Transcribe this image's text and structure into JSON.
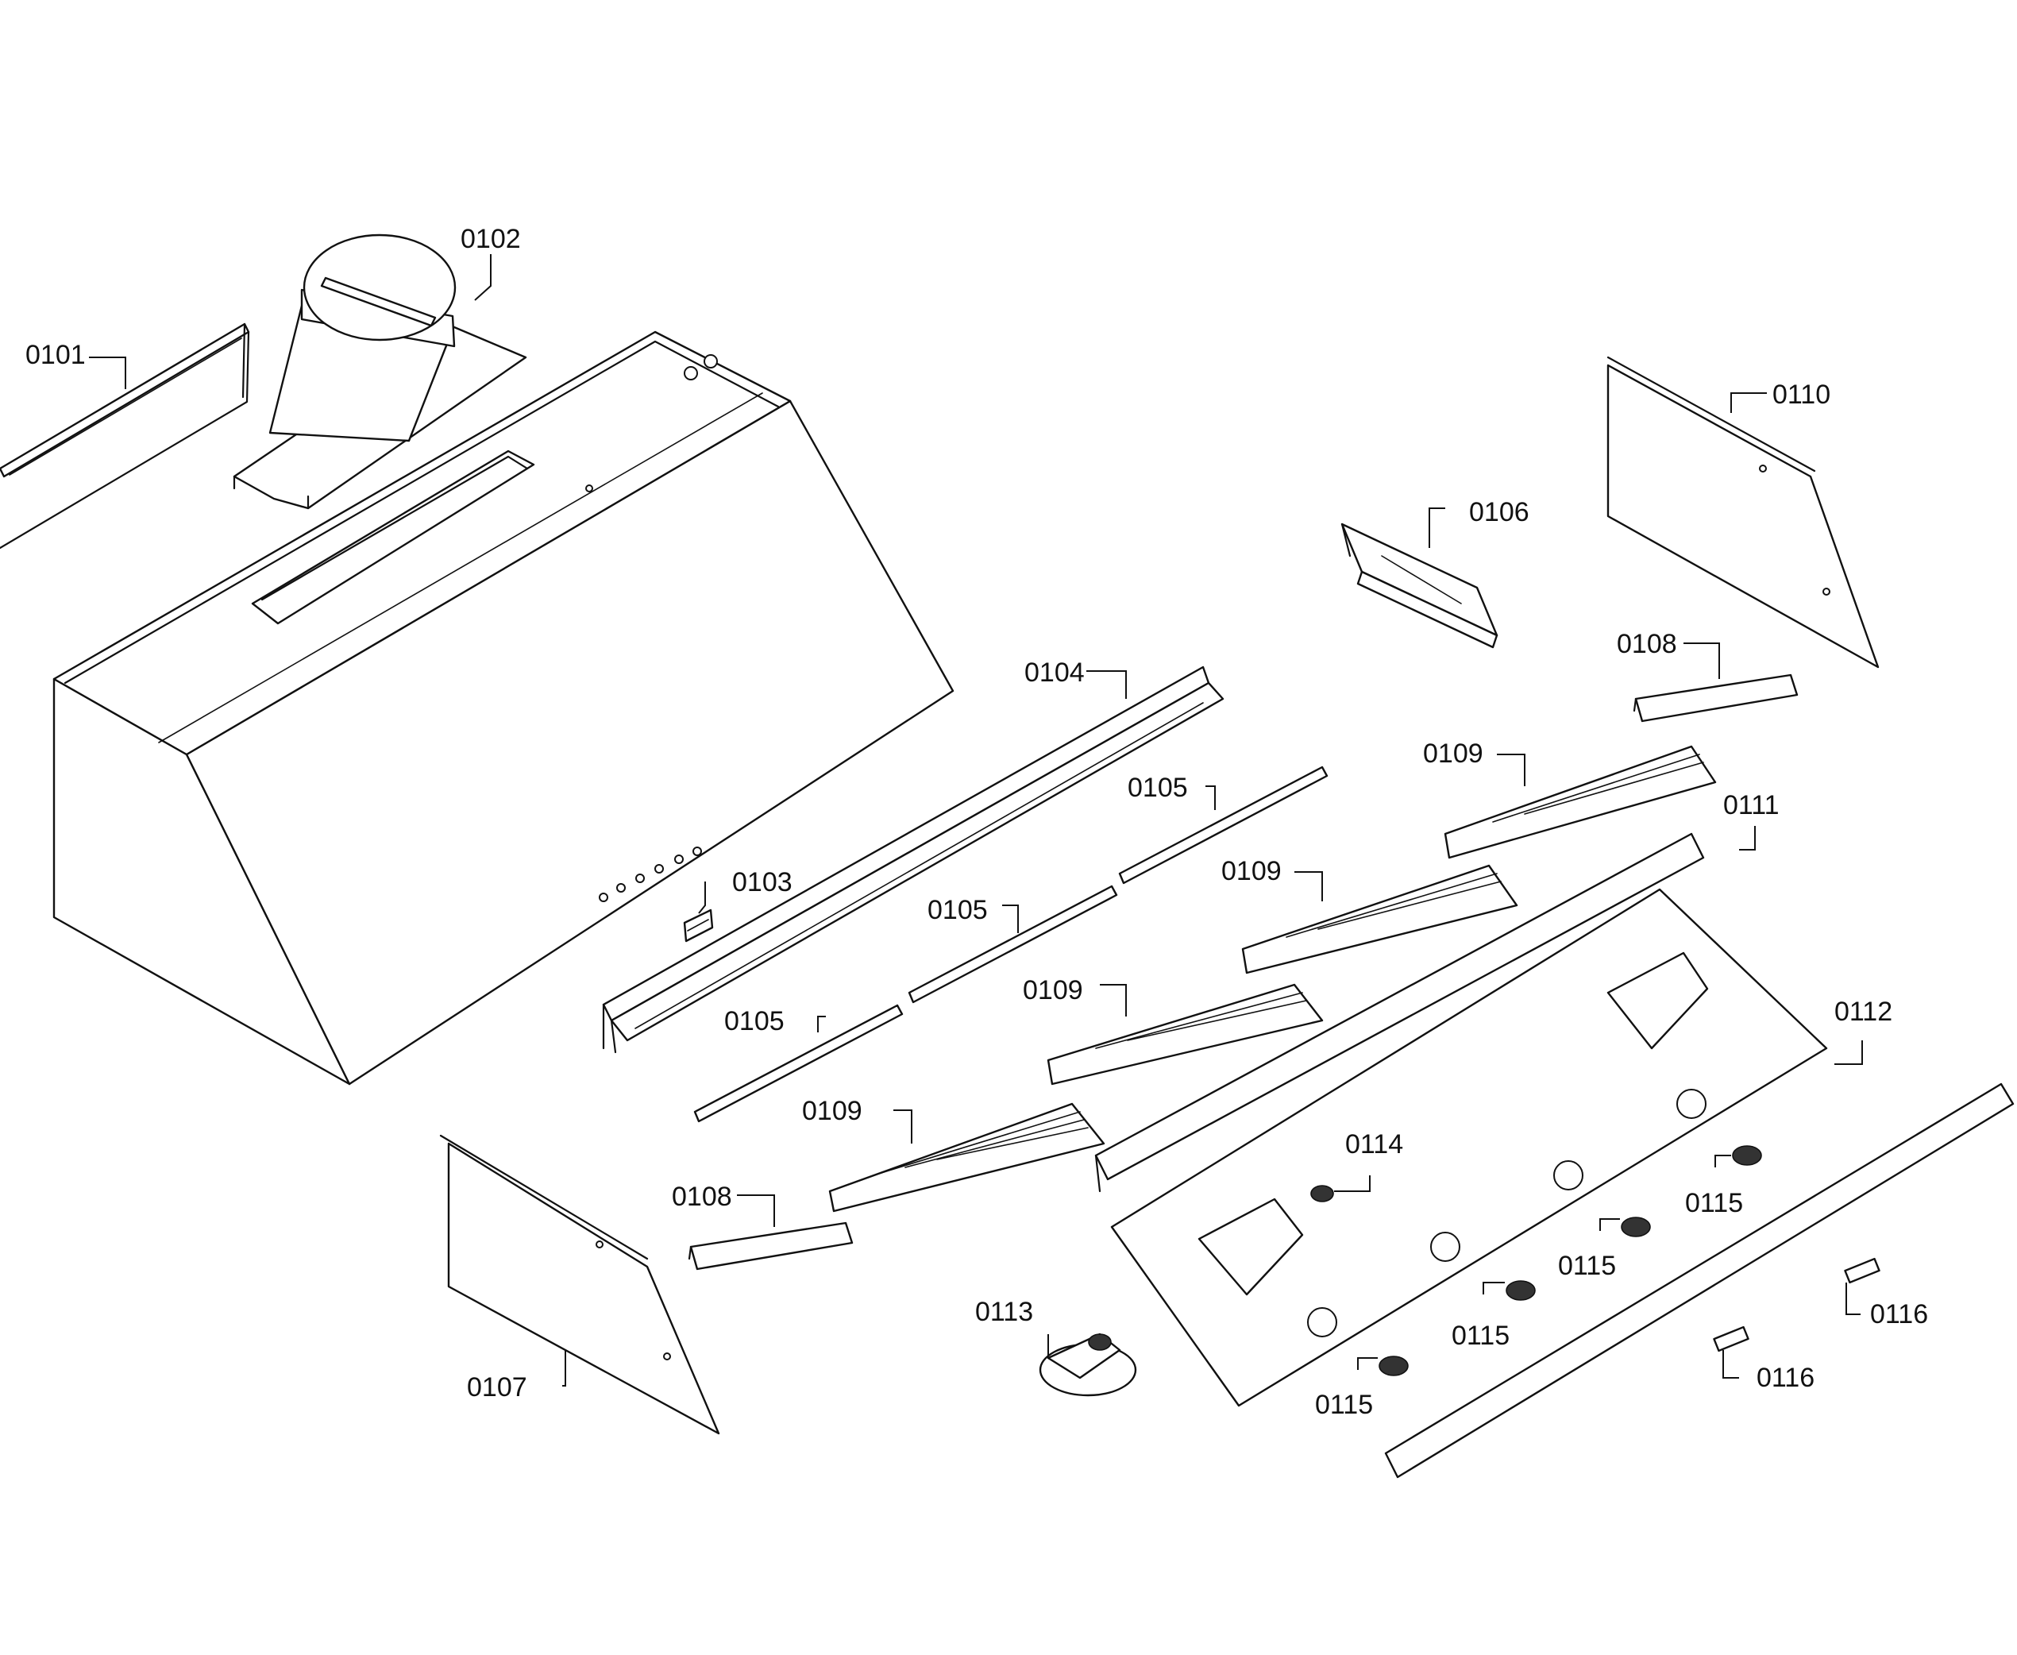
{
  "parts": [
    {
      "id": "p0101",
      "label": "0101"
    },
    {
      "id": "p0102",
      "label": "0102"
    },
    {
      "id": "p0103",
      "label": "0103"
    },
    {
      "id": "p0104",
      "label": "0104"
    },
    {
      "id": "p0105a",
      "label": "0105"
    },
    {
      "id": "p0105b",
      "label": "0105"
    },
    {
      "id": "p0105c",
      "label": "0105"
    },
    {
      "id": "p0106",
      "label": "0106"
    },
    {
      "id": "p0107",
      "label": "0107"
    },
    {
      "id": "p0108a",
      "label": "0108"
    },
    {
      "id": "p0108b",
      "label": "0108"
    },
    {
      "id": "p0109a",
      "label": "0109"
    },
    {
      "id": "p0109b",
      "label": "0109"
    },
    {
      "id": "p0109c",
      "label": "0109"
    },
    {
      "id": "p0109d",
      "label": "0109"
    },
    {
      "id": "p0110",
      "label": "0110"
    },
    {
      "id": "p0111",
      "label": "0111"
    },
    {
      "id": "p0112",
      "label": "0112"
    },
    {
      "id": "p0113",
      "label": "0113"
    },
    {
      "id": "p0114",
      "label": "0114"
    },
    {
      "id": "p0115a",
      "label": "0115"
    },
    {
      "id": "p0115b",
      "label": "0115"
    },
    {
      "id": "p0115c",
      "label": "0115"
    },
    {
      "id": "p0115d",
      "label": "0115"
    },
    {
      "id": "p0116a",
      "label": "0116"
    },
    {
      "id": "p0116b",
      "label": "0116"
    }
  ]
}
